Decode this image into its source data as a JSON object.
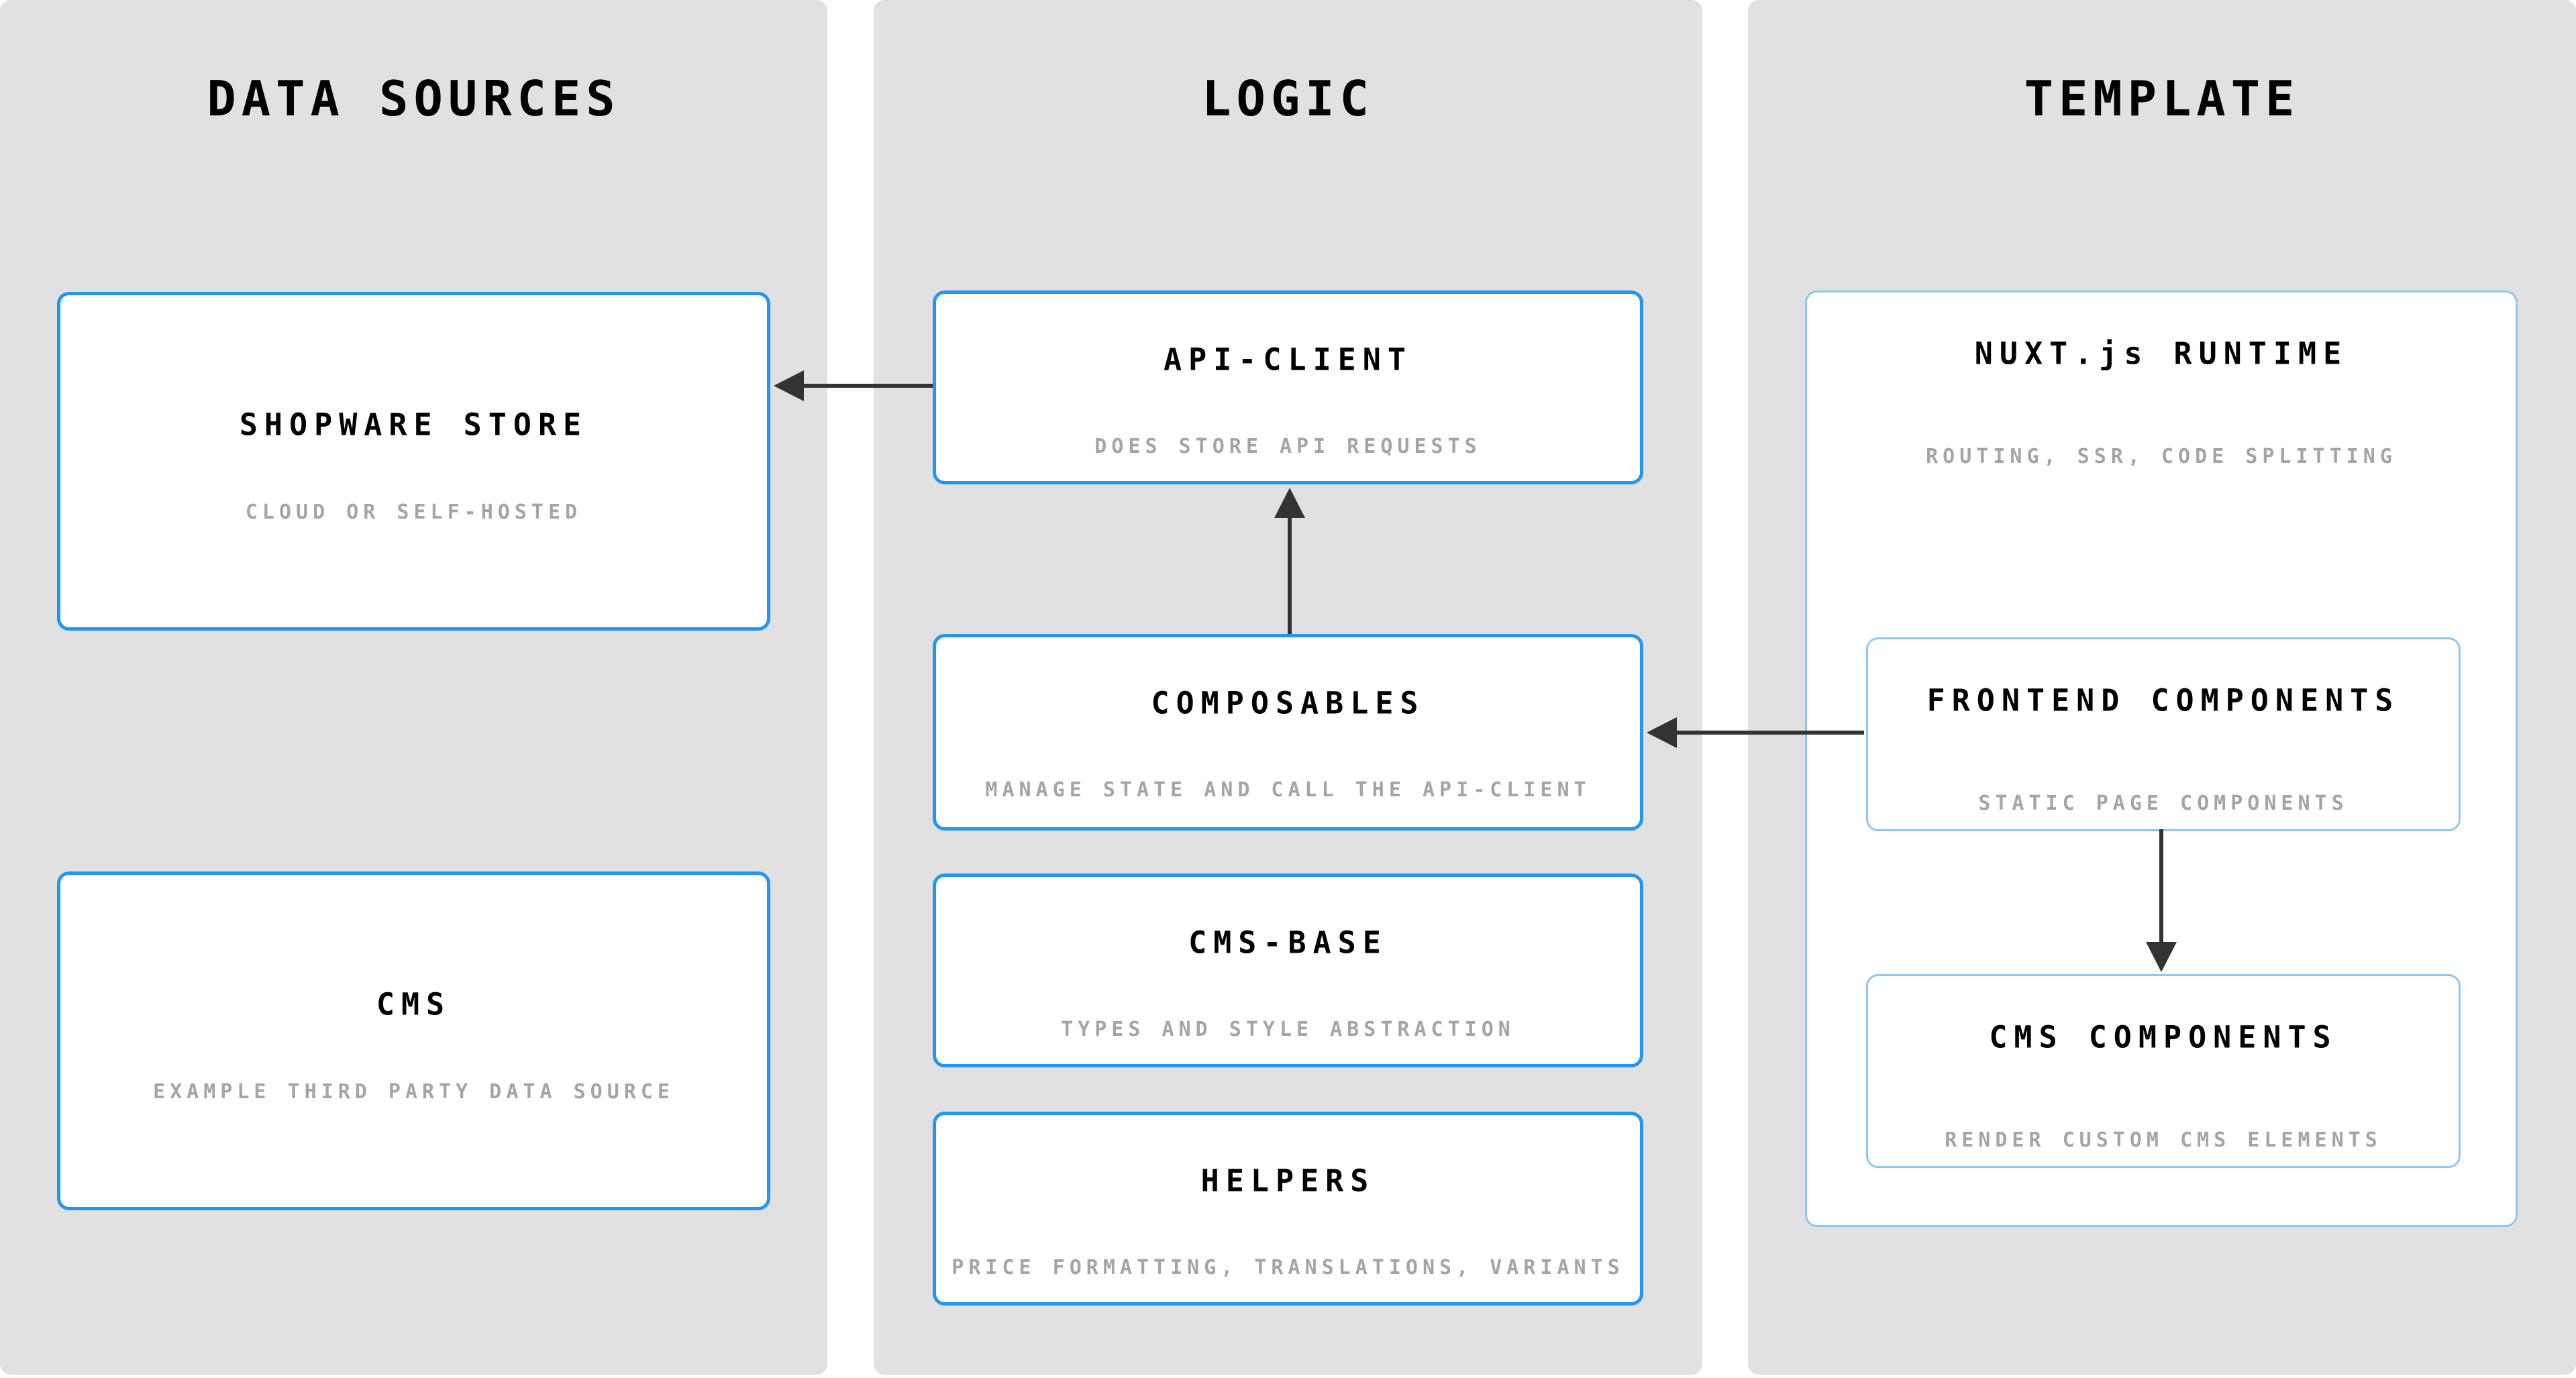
{
  "diagram": {
    "columns": [
      {
        "title": "DATA SOURCES",
        "boxes": [
          {
            "title": "SHOPWARE STORE",
            "subtitle": "CLOUD OR SELF-HOSTED"
          },
          {
            "title": "CMS",
            "subtitle": "EXAMPLE THIRD PARTY DATA SOURCE"
          }
        ]
      },
      {
        "title": "LOGIC",
        "boxes": [
          {
            "title": "API-CLIENT",
            "subtitle": "DOES STORE API REQUESTS"
          },
          {
            "title": "COMPOSABLES",
            "subtitle": "MANAGE STATE AND CALL THE API-CLIENT"
          },
          {
            "title": "CMS-BASE",
            "subtitle": "TYPES AND STYLE ABSTRACTION"
          },
          {
            "title": "HELPERS",
            "subtitle": "PRICE FORMATTING, TRANSLATIONS, VARIANTS"
          }
        ]
      },
      {
        "title": "TEMPLATE",
        "boxes": [
          {
            "title": "NUXT.js RUNTIME",
            "subtitle": "ROUTING, SSR, CODE SPLITTING"
          },
          {
            "title": "FRONTEND COMPONENTS",
            "subtitle": "STATIC PAGE COMPONENTS"
          },
          {
            "title": "CMS COMPONENTS",
            "subtitle": "RENDER CUSTOM CMS ELEMENTS"
          }
        ]
      }
    ],
    "arrows": [
      {
        "from": "API-CLIENT",
        "to": "SHOPWARE STORE",
        "direction": "left"
      },
      {
        "from": "COMPOSABLES",
        "to": "API-CLIENT",
        "direction": "up"
      },
      {
        "from": "FRONTEND COMPONENTS",
        "to": "COMPOSABLES",
        "direction": "left"
      },
      {
        "from": "FRONTEND COMPONENTS",
        "to": "CMS COMPONENTS",
        "direction": "down"
      }
    ],
    "colors": {
      "column_background": "#e1e1e1",
      "strong_box_border": "#2196f3",
      "light_box_border": "#8cc8f3",
      "title_text": "#000000",
      "subtitle_text": "#a5a5a5",
      "arrow": "#333333",
      "page_background": "#ffffff"
    }
  }
}
